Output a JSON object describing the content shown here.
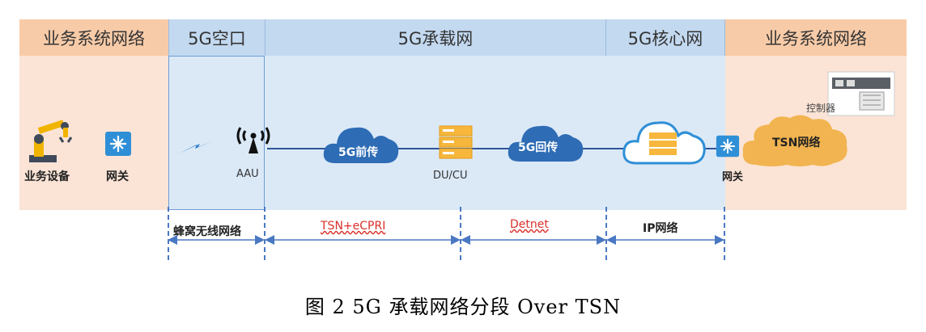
{
  "headers": {
    "left_business": "业务系统网络",
    "air_interface": "5G空口",
    "transport": "5G承载网",
    "core": "5G核心网",
    "right_business": "业务系统网络"
  },
  "nodes": {
    "business_device": "业务设备",
    "gateway_left": "网关",
    "aau": "AAU",
    "fronthaul": "5G前传",
    "du_cu": "DU/CU",
    "backhaul": "5G回传",
    "gateway_right": "网关",
    "tsn_network": "TSN网络",
    "controller": "控制器"
  },
  "segments": {
    "cellular": "蜂窝无线网络",
    "tsn_ecpri": "TSN+eCPRI",
    "detnet": "Detnet",
    "ip_network": "IP网络"
  },
  "caption": "图 2 5G 承载网络分段 Over TSN",
  "colors": {
    "business_bg": "#fbe4d6",
    "business_header": "#f8cba8",
    "network_bg": "#dbe9f7",
    "network_header": "#c3d9f0",
    "cloud_blue": "#2e6cb5",
    "tsn_cloud": "#f2b450",
    "segment_red": "#d9302b",
    "dash_blue": "#4a78c2"
  }
}
